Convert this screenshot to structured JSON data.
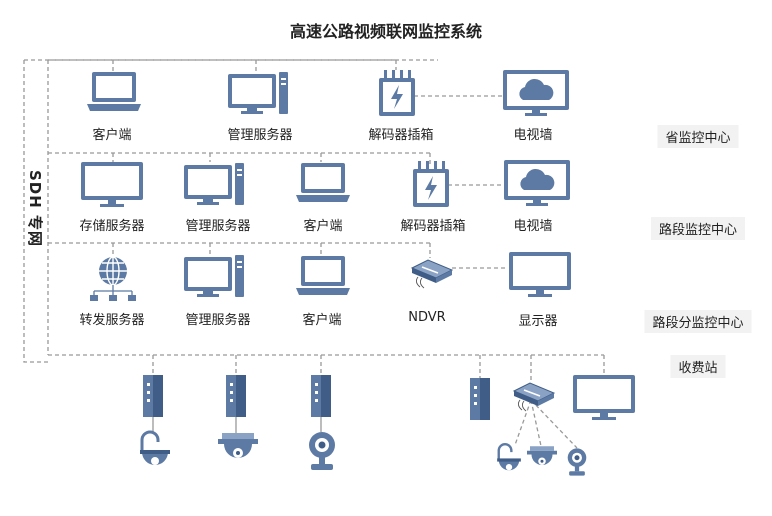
{
  "title": "高速公路视频联网监控系统",
  "network_label": "SDH 专网",
  "colors": {
    "device": "#5c7aa3",
    "device_dark": "#3f5d86",
    "wire": "#999999",
    "zone_bg": "#f2f2f2"
  },
  "zones": {
    "province": "省监控中心",
    "section": "路段监控中心",
    "subsection": "路段分监控中心",
    "toll": "收费站"
  },
  "devices": {
    "province": {
      "client": {
        "label": "客户端",
        "icon": "laptop-icon"
      },
      "server": {
        "label": "管理服务器",
        "icon": "server-icon"
      },
      "decoder": {
        "label": "解码器插箱",
        "icon": "decoder-icon"
      },
      "tvwall": {
        "label": "电视墙",
        "icon": "tv-wall-icon"
      }
    },
    "section": {
      "storage": {
        "label": "存储服务器",
        "icon": "monitor-icon"
      },
      "server": {
        "label": "管理服务器",
        "icon": "server-icon"
      },
      "client": {
        "label": "客户端",
        "icon": "laptop-icon"
      },
      "decoder": {
        "label": "解码器插箱",
        "icon": "decoder-icon"
      },
      "tvwall": {
        "label": "电视墙",
        "icon": "tv-wall-icon"
      }
    },
    "subsection": {
      "forward": {
        "label": "转发服务器",
        "icon": "globe-network-icon"
      },
      "server": {
        "label": "管理服务器",
        "icon": "server-icon"
      },
      "client": {
        "label": "客户端",
        "icon": "laptop-icon"
      },
      "ndvr": {
        "label": "NDVR",
        "icon": "ndvr-icon"
      },
      "display": {
        "label": "显示器",
        "icon": "monitor-icon"
      }
    }
  }
}
